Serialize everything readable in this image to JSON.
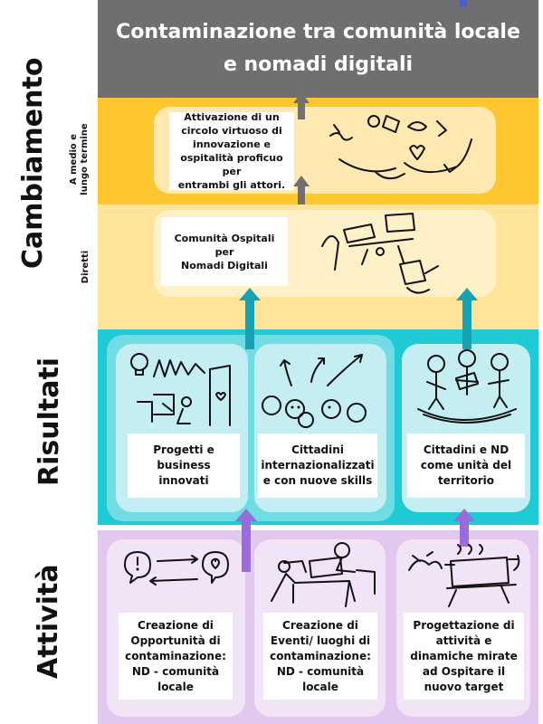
{
  "header": {
    "title": "Contaminazione tra comunità locale e nomadi digitali"
  },
  "side_labels": {
    "cambiamento": "Cambiamento",
    "medio_lungo": "A medio e\nlungo termine",
    "diretti": "Diretti",
    "risultati": "Risultati",
    "attivita": "Attività"
  },
  "cambiamento": {
    "medio_lungo_card": "Attivazione di un\ncircolo virtuoso di\ninnovazione e\nospitalità proficuo per\nentrambi gli attori.",
    "diretti_card": "Comunità Ospitali per\nNomadi Digitali"
  },
  "risultati": [
    {
      "label": "Progetti e\nbusiness innovati"
    },
    {
      "label": "Cittadini\ninternazionalizzati\ne con nuove skills"
    },
    {
      "label": "Cittadini e ND\ncome unità del\nterritorio"
    }
  ],
  "attivita": [
    {
      "label": "Creazione di\nOpportunità di\ncontaminazione:\nND - comunità\nlocale"
    },
    {
      "label": "Creazione di\nEventi/ luoghi di\ncontaminazione:\nND - comunità\nlocale"
    },
    {
      "label": "Progettazione di\nattività e\ndinamiche mirate\nad Ospitare il\nnuovo target"
    }
  ],
  "colors": {
    "title_band": "#6f6f6f",
    "medio_band": "#ffc72e",
    "diretti_band": "#ffe49a",
    "risultati_band": "#1ecad3",
    "attivita_band": "#e2c8ef",
    "teal_arrow": "#18a3b4",
    "purple_arrow": "#9b6bd9",
    "gray_arrow": "#707070"
  }
}
